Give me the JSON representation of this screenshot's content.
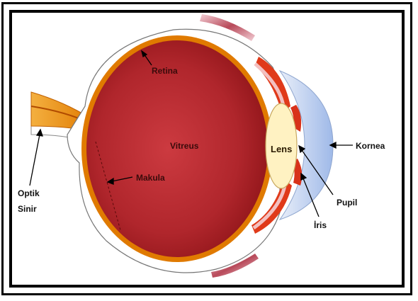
{
  "diagram": {
    "labels": {
      "retina": "Retina",
      "vitreus": "Vitreus",
      "makula": "Makula",
      "lens": "Lens",
      "kornea": "Kornea",
      "pupil": "Pupil",
      "iris": "İris",
      "optik_line1": "Optik",
      "optik_line2": "Sinir"
    },
    "colors": {
      "vitreous_center": "#c8323a",
      "vitreous_edge": "#8e1418",
      "retina_layer": "#e07a00",
      "sclera": "#ffffff",
      "cornea": "#b9cdee",
      "lens": "#fff2c2",
      "iris": "#e03a1a",
      "optic_nerve": "#e88a10"
    }
  }
}
